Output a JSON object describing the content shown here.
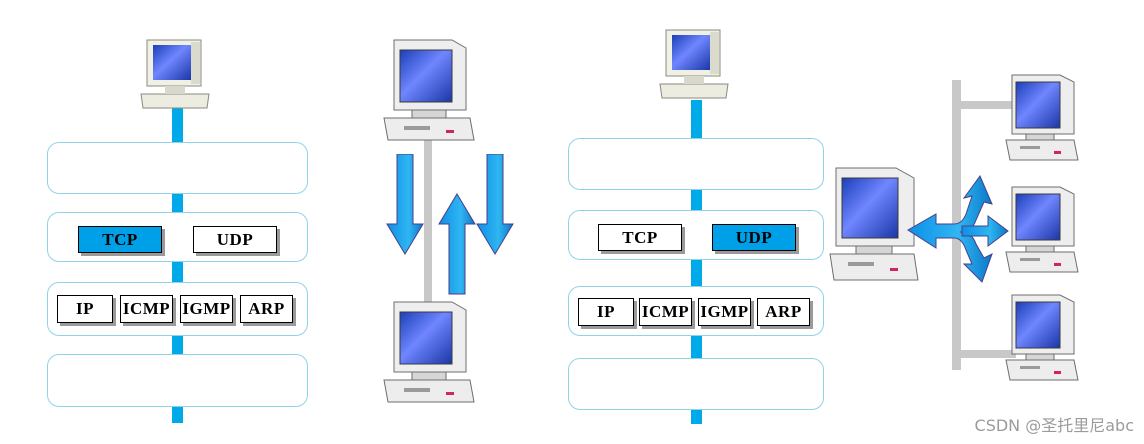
{
  "left_stack": {
    "transport": {
      "highlight": "TCP",
      "items": [
        "TCP",
        "UDP"
      ]
    },
    "network": [
      "IP",
      "ICMP",
      "IGMP",
      "ARP"
    ]
  },
  "right_stack": {
    "transport": {
      "highlight": "UDP",
      "items": [
        "TCP",
        "UDP"
      ]
    },
    "network": [
      "IP",
      "ICMP",
      "IGMP",
      "ARP"
    ]
  },
  "watermark": "CSDN @圣托里尼abc",
  "colors": {
    "accent": "#00a9e8",
    "box_border": "#8fd3ea",
    "arrow": "#19a3ec"
  }
}
